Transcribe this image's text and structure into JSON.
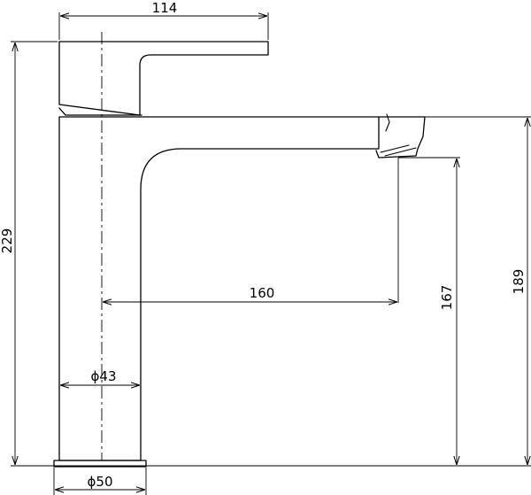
{
  "drawing": {
    "dimensions": {
      "lever_width": "114",
      "total_height": "229",
      "spout_reach": "160",
      "spout_clearance": "167",
      "spout_top_height": "189",
      "body_diameter": "ϕ43",
      "base_diameter": "ϕ50"
    }
  },
  "colors": {
    "line": "#000000",
    "background": "#ffffff"
  }
}
